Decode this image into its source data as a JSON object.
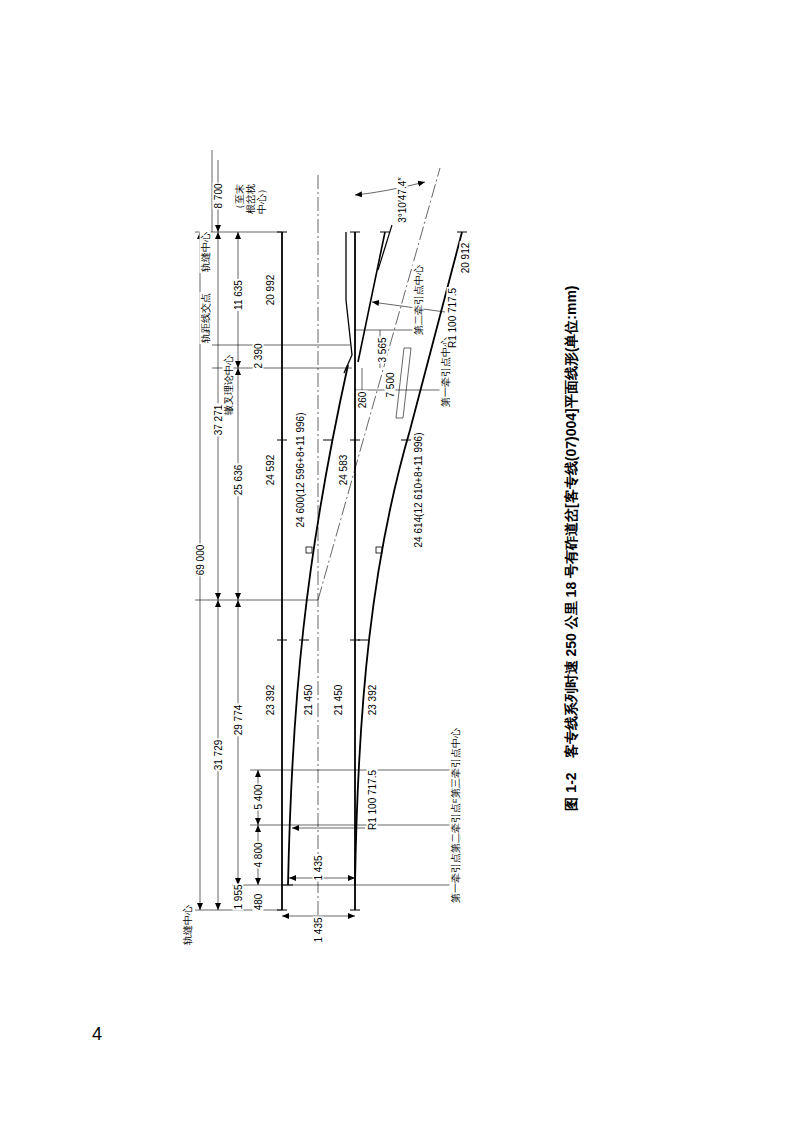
{
  "diagram": {
    "caption": "图 1-2　客专线系列时速 250 公里 18 号有砟道岔[客专线(07)004]平面线形(单位:mm)",
    "labels": [
      "轨缝中心",
      "1 435",
      "1 955",
      "480",
      "4 800",
      "5 400",
      "1 435",
      "第一牵引点中心",
      "第二牵引点中心",
      "第三牵引点中心",
      "R1 100 717.5",
      "31 729",
      "29 774",
      "23 392",
      "21 450",
      "21 450",
      "23 392",
      "69 000",
      "24 600(12 596+8+11 996)",
      "24 583",
      "24 614(12 610+8+11 996)",
      "37 271",
      "25 636",
      "24 592",
      "2 390",
      "辙叉理论中心",
      "轨距线交点",
      "11 635",
      "20 992",
      "轨缝中心",
      "8 700",
      "（至末根岔枕中心）",
      "260",
      "3 565",
      "第二牵引点中心",
      "第一牵引点中心",
      "7 500",
      "R1 100 717.5",
      "20 912",
      "3°10′47.4″",
      "4"
    ]
  }
}
